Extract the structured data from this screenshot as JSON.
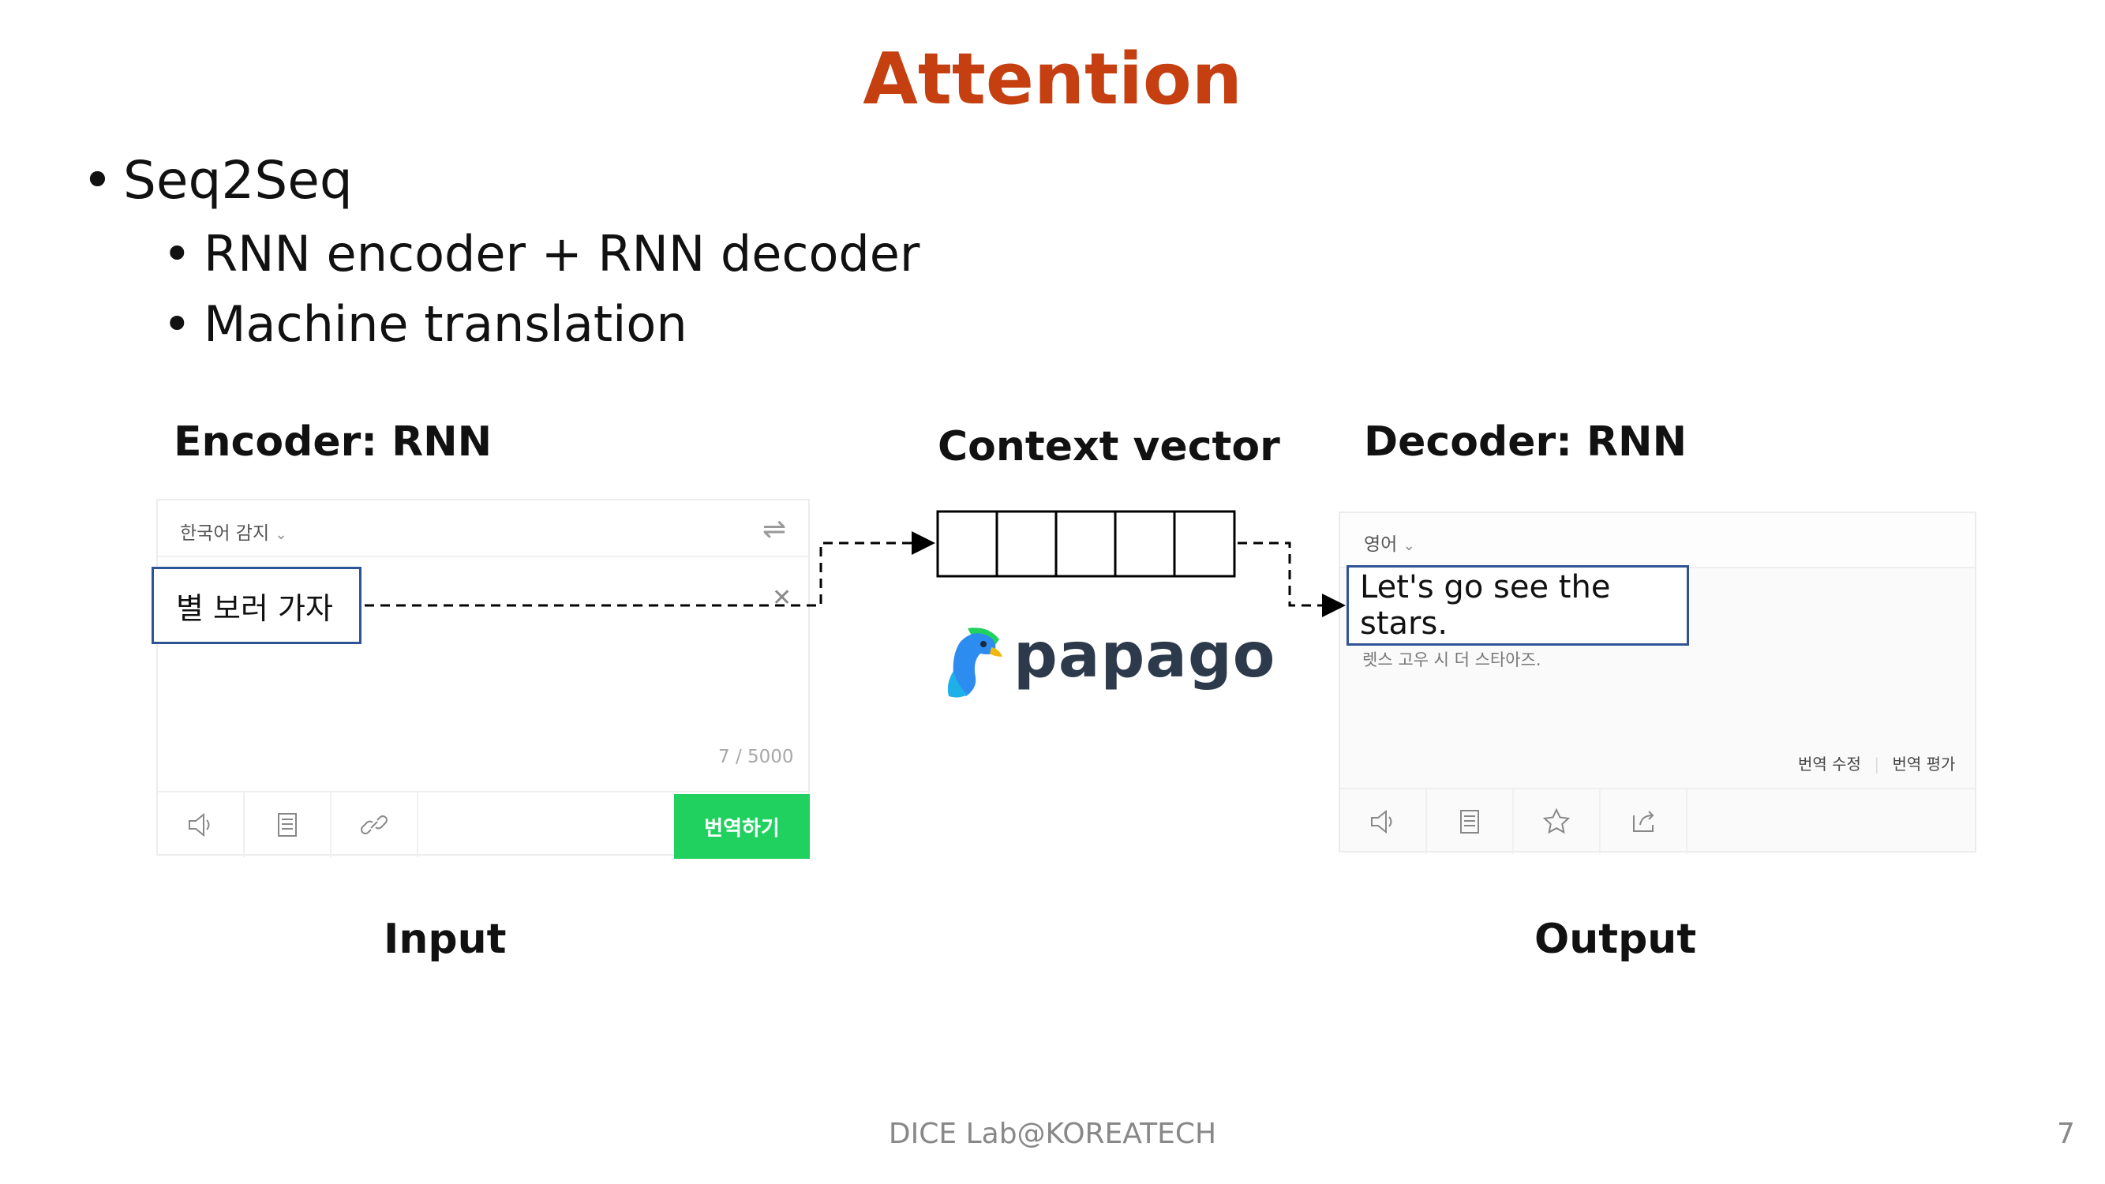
{
  "slide": {
    "title": "Attention",
    "bullets": [
      {
        "text": "Seq2Seq",
        "level": 1
      },
      {
        "text": "RNN encoder + RNN decoder",
        "level": 2
      },
      {
        "text": "Machine translation",
        "level": 2
      }
    ]
  },
  "labels": {
    "encoder": "Encoder: RNN",
    "context": "Context vector",
    "decoder": "Decoder: RNN",
    "input": "Input",
    "output": "Output"
  },
  "input_panel": {
    "language": "한국어 감지",
    "source_text": "별 보러 가자",
    "char_count": "7 / 5000",
    "translate_button": "번역하기",
    "tools": [
      "speaker-icon",
      "dictionary-icon",
      "link-icon"
    ]
  },
  "output_panel": {
    "language": "영어",
    "translation": "Let's go see the stars.",
    "pronunciation": "렛스 고우 시 더 스타아즈.",
    "edit_action": "번역 수정",
    "rate_action": "번역 평가",
    "tools": [
      "speaker-icon",
      "dictionary-icon",
      "star-icon",
      "share-icon"
    ]
  },
  "context_vector": {
    "cells": 5
  },
  "logo": {
    "wordmark": "papago"
  },
  "footer": {
    "text": "DICE Lab@KOREATECH",
    "page": "7"
  },
  "colors": {
    "title": "#c53f10",
    "translate_button": "#21d160",
    "highlight_box": "#2f5496"
  }
}
